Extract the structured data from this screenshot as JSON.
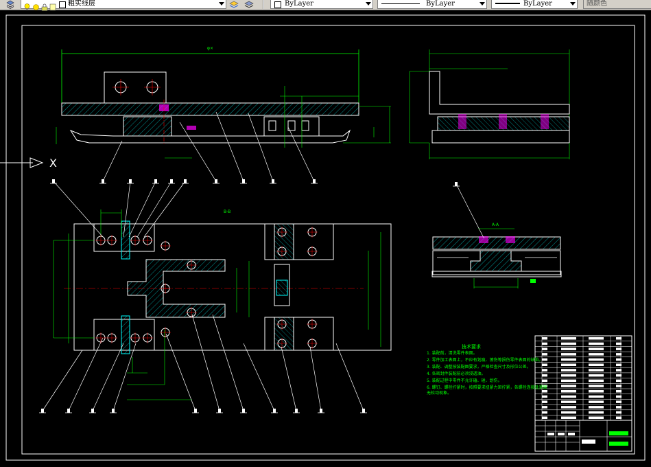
{
  "toolbar": {
    "layer_name": "粗实线层",
    "color_combo": "ByLayer",
    "linetype_combo": "ByLayer",
    "lineweight_combo": "ByLayer",
    "plotstyle_combo": "随颜色"
  },
  "drawing": {
    "dim_top_width": "φ×",
    "section_label": "B-B",
    "detail_label": "A-A",
    "ucs_x_label": "X",
    "tech_title": "技术要求",
    "tech_lines": [
      "1. 装配前，清洗零件表面。",
      "2. 零件加工表面上，不应有划痕、擦伤等损伤零件表面的缺陷。",
      "3. 装配、调整按装配图要求，严格检查尺寸及形位公差。",
      "4. 各密封件装配前必须浸透油。",
      "5. 装配过程中零件不允许磕、碰、划伤。",
      "6. 螺钉、螺栓拧紧时，按照要求扭紧力矩拧紧，各螺栓连接处紧固",
      "   无松动现象。"
    ],
    "colors": {
      "green": "#00ff00",
      "white": "#ffffff",
      "cyan": "#00ffff",
      "magenta": "#ff00ff",
      "red": "#ff0000"
    }
  }
}
